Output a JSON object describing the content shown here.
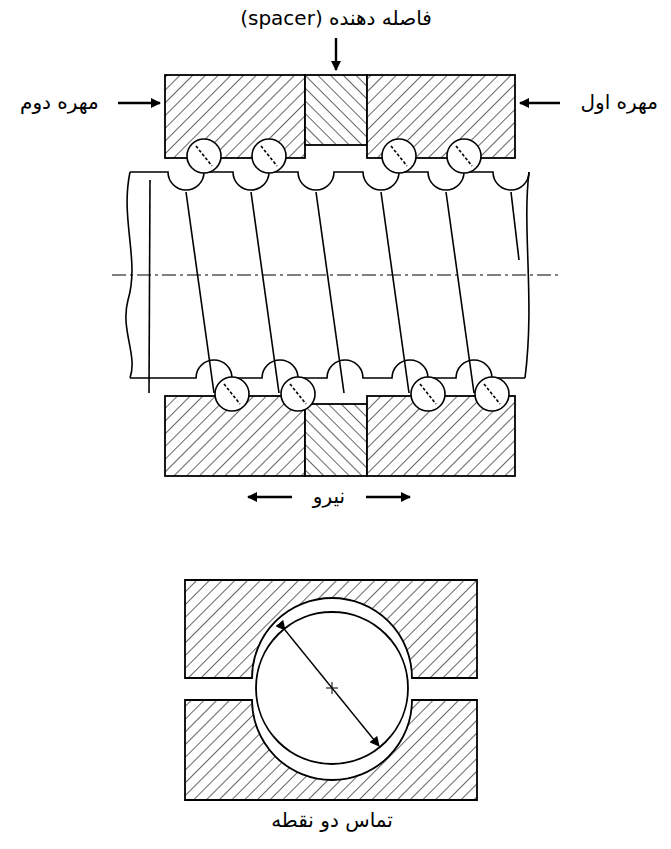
{
  "diagram": {
    "labels": [
      "فاصله دهنده (spacer)",
      "مهره دوم",
      "مهره اول",
      "نیرو",
      "تماس دو نقطه"
    ]
  }
}
